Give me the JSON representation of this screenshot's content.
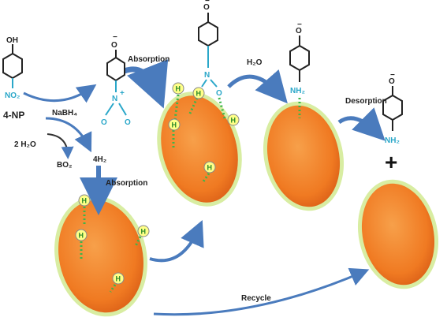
{
  "labels": {
    "oh": "OH",
    "no2_left": "NO₂",
    "four_np": "4-NP",
    "nabh4": "NaBH₄",
    "two_h2o": "2 H₂O",
    "bo2": "BO₂",
    "four_h2": "4H₂",
    "absorption_top": "Absorption",
    "absorption_mid": "Absorption",
    "h2o_top": "H₂O",
    "desorption": "Desorption",
    "recycle": "Recycle",
    "o_minus": "O",
    "minus": "−",
    "n_plus": "N",
    "plus_sign": "+",
    "o_a": "O",
    "o_b": "O",
    "n_mid": "N",
    "o_mid_a": "O",
    "o_mid_b": "O",
    "nh2_a": "NH₂",
    "nh2_b": "NH₂",
    "h_atom": "H",
    "big_plus": "+"
  },
  "colors": {
    "particle": "#f07a22",
    "particle_glow": "#c8e67a",
    "arrow": "#4a7bbd",
    "nitro": "#2aa7c9",
    "hydrogen": "#3cb54a",
    "h_bubble": "#ffff88"
  }
}
